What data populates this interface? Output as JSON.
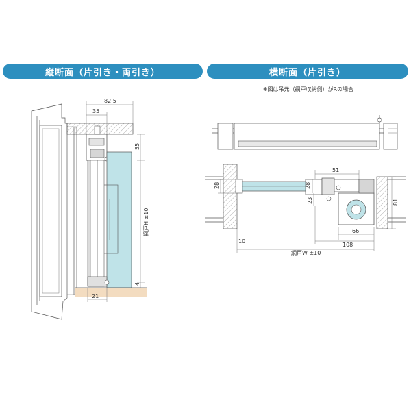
{
  "headers": {
    "left": "縦断面（片引き・両引き）",
    "right": "横断面（片引き）"
  },
  "note": "※図は吊元（網戸収納側）がRの場合",
  "vertical_section": {
    "dims": {
      "d82_5": "82.5",
      "d35": "35",
      "d55": "55",
      "height": "網戸H ±10",
      "d4": "4",
      "d21": "21"
    }
  },
  "horizontal_section": {
    "dims": {
      "d51": "51",
      "d28a": "28",
      "d28b": "28",
      "d23": "23",
      "d81": "81",
      "d66": "66",
      "d108": "108",
      "d10": "10",
      "width": "網戸W ±10"
    }
  },
  "colors": {
    "header_bg": "#2d8fbf",
    "screen_fill": "#bfe3e8",
    "floor_fill": "#f3dcc0"
  }
}
